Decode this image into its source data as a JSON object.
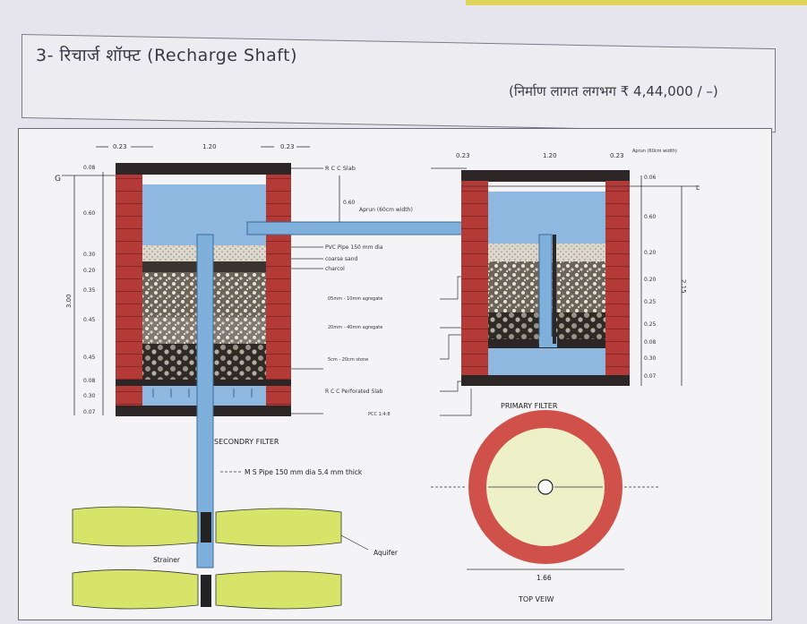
{
  "header": {
    "title": "3- रिचार्ज शॉफ्ट (Recharge Shaft)",
    "cost": "(निर्माण लागत लगभग ₹ 4,44,000 / –)"
  },
  "secondary": {
    "top_dims": [
      "0.23",
      "1.20",
      "0.23"
    ],
    "left_dims": [
      "0.08",
      "0.60",
      "0.30",
      "0.20",
      "0.35",
      "0.45",
      "0.45",
      "0.08",
      "0.30",
      "0.07"
    ],
    "total_height": "3.00",
    "ground_mark": "G",
    "slab_gap": "0.60",
    "caption": "SECONDRY FILTER"
  },
  "labels": {
    "rcc_slab": "R C C Slab",
    "apron": "Aprun (60cm width)",
    "pvc_pipe": "PVC Pipe 150 mm dia",
    "coarse_sand": "coarse sand",
    "charcol": "charcol",
    "agg1": "05mm - 10mm agregate",
    "agg2": "20mm - 40mm agregate",
    "stone": "5cm - 20cm stone",
    "perf_slab": "R C C Perforated Slab",
    "pcc": "PCC 1:4:8",
    "ms_pipe": "M S Pipe 150 mm dia 5.4 mm thick",
    "strainer": "Strainer",
    "aquifer": "Aquifer"
  },
  "primary": {
    "top_dims": [
      "0.23",
      "1.20",
      "0.23"
    ],
    "apron_top": "Aprun (60cm width)",
    "right_dims": [
      "0.06",
      "0.60",
      "0.20",
      "0.20",
      "0.25",
      "0.25",
      "0.08",
      "0.30",
      "0.07"
    ],
    "total_height": "2.15",
    "ground_mark": "L",
    "caption": "PRIMARY FILTER"
  },
  "top_view": {
    "diameter": "1.66",
    "caption": "TOP VEIW"
  },
  "colors": {
    "brick": "#b43a38",
    "water": "#8fb8e0",
    "pipe": "#7fb0dc",
    "aquifer": "#d6e56a",
    "ring": "#d0504a",
    "slab": "#2c2626"
  }
}
